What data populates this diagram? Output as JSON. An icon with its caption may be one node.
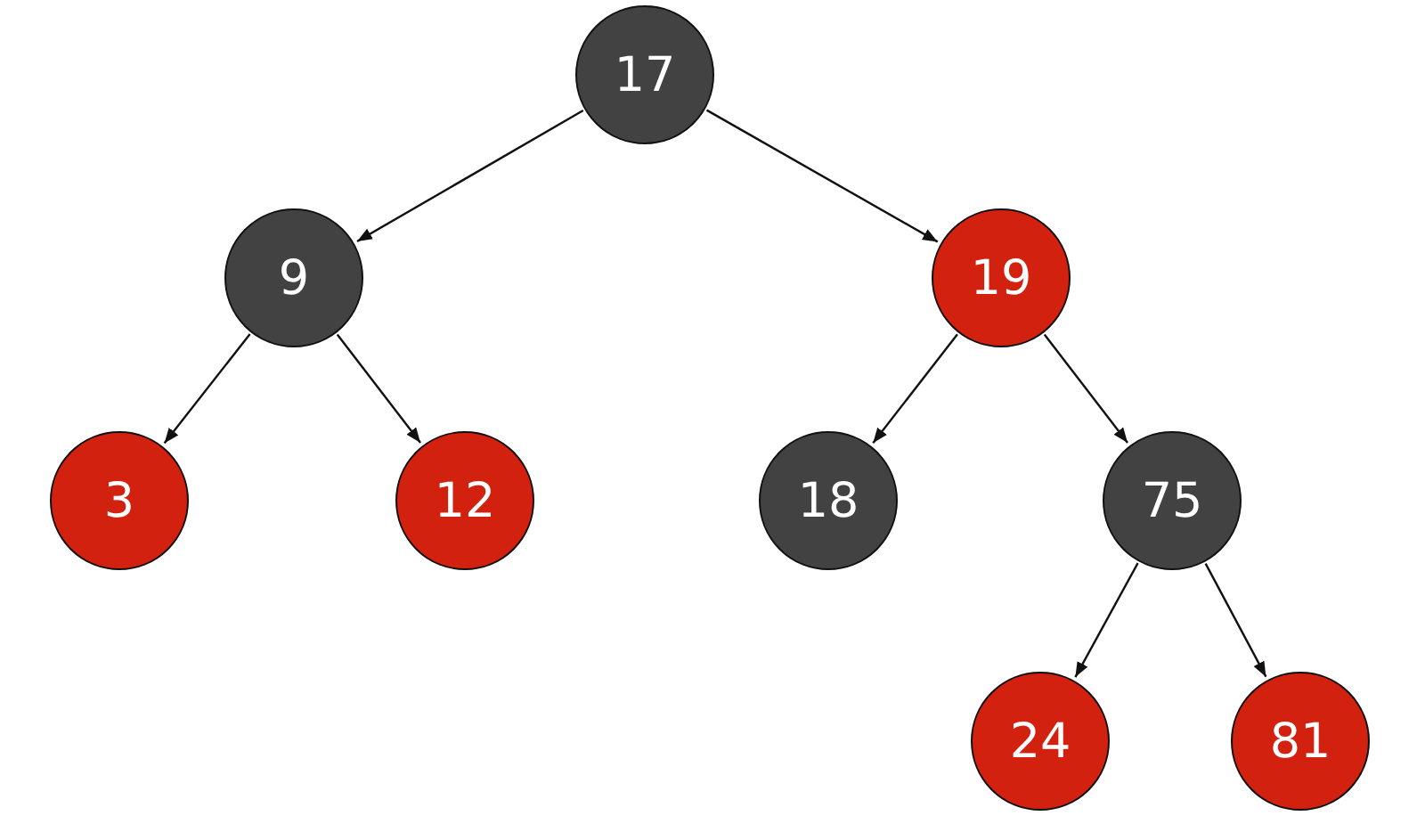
{
  "diagram": {
    "nodes": [
      {
        "text": [
          "17"
        ]
      },
      {
        "text": [
          "9"
        ]
      },
      {
        "text": [
          "19"
        ]
      },
      {
        "text": [
          "3"
        ]
      },
      {
        "text": [
          "12"
        ]
      },
      {
        "text": [
          "18"
        ]
      },
      {
        "text": [
          "75"
        ]
      },
      {
        "text": [
          "24"
        ]
      },
      {
        "text": [
          "81"
        ]
      }
    ],
    "edges": [
      {
        "from": 0,
        "to": 1,
        "arrow": "to"
      },
      {
        "from": 0,
        "to": 2,
        "arrow": "to"
      },
      {
        "from": 1,
        "to": 3,
        "arrow": "to"
      },
      {
        "from": 1,
        "to": 4,
        "arrow": "to"
      },
      {
        "from": 2,
        "to": 5,
        "arrow": "to"
      },
      {
        "from": 2,
        "to": 6,
        "arrow": "to"
      },
      {
        "from": 6,
        "to": 7,
        "arrow": "to"
      },
      {
        "from": 6,
        "to": 8,
        "arrow": "to"
      }
    ]
  }
}
